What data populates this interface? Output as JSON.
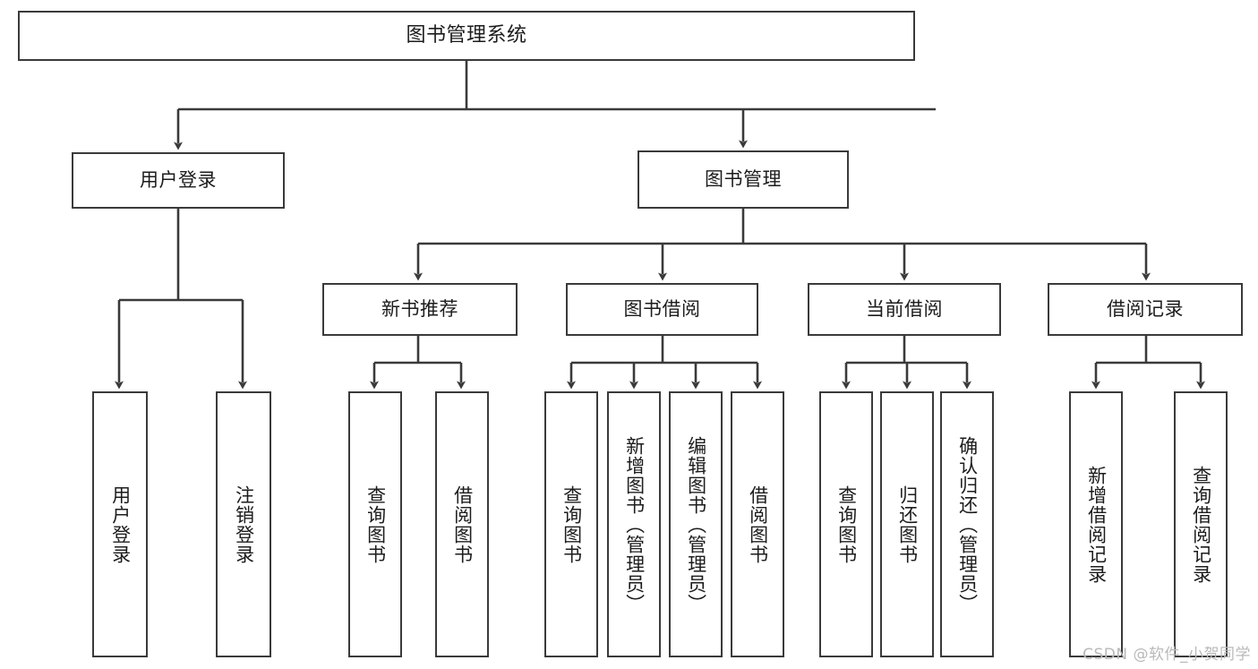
{
  "diagram": {
    "title": "图书管理系统",
    "type": "tree-hierarchy",
    "root": {
      "id": "root",
      "label": "图书管理系统"
    },
    "level1": [
      {
        "id": "user-login",
        "label": "用户登录"
      },
      {
        "id": "book-manage",
        "label": "图书管理"
      }
    ],
    "level2": [
      {
        "id": "new-book-rec",
        "label": "新书推荐",
        "parent": "book-manage"
      },
      {
        "id": "book-borrow",
        "label": "图书借阅",
        "parent": "book-manage"
      },
      {
        "id": "current-borrow",
        "label": "当前借阅",
        "parent": "book-manage"
      },
      {
        "id": "borrow-record",
        "label": "借阅记录",
        "parent": "book-manage"
      }
    ],
    "leaves": [
      {
        "id": "leaf-user-login",
        "label": "用户登录",
        "parent": "user-login"
      },
      {
        "id": "leaf-logout",
        "label": "注销登录",
        "parent": "user-login"
      },
      {
        "id": "leaf-query-book-1",
        "label": "查询图书",
        "parent": "new-book-rec"
      },
      {
        "id": "leaf-borrow-book-1",
        "label": "借阅图书",
        "parent": "new-book-rec"
      },
      {
        "id": "leaf-query-book-2",
        "label": "查询图书",
        "parent": "book-borrow"
      },
      {
        "id": "leaf-add-book",
        "label": "新增图书（管理员）",
        "parent": "book-borrow"
      },
      {
        "id": "leaf-edit-book",
        "label": "编辑图书（管理员）",
        "parent": "book-borrow"
      },
      {
        "id": "leaf-borrow-book-2",
        "label": "借阅图书",
        "parent": "book-borrow"
      },
      {
        "id": "leaf-query-book-3",
        "label": "查询图书",
        "parent": "current-borrow"
      },
      {
        "id": "leaf-return-book",
        "label": "归还图书",
        "parent": "current-borrow"
      },
      {
        "id": "leaf-confirm-return",
        "label": "确认归还（管理员）",
        "parent": "current-borrow"
      },
      {
        "id": "leaf-add-record",
        "label": "新增借阅记录",
        "parent": "borrow-record"
      },
      {
        "id": "leaf-query-record",
        "label": "查询借阅记录",
        "parent": "borrow-record"
      }
    ],
    "colors": {
      "stroke": "#3a3a3a",
      "fill": "#ffffff",
      "text": "#1c1c1c",
      "watermark": "#b9b9b9"
    }
  },
  "watermark": {
    "text": "CSDN @软件_小贺同学"
  }
}
